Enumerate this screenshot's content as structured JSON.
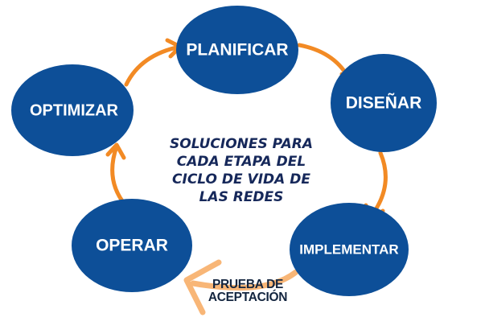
{
  "nodes": {
    "planificar": "PLANIFICAR",
    "disenar": "DISEÑAR",
    "implementar": "IMPLEMENTAR",
    "operar": "OPERAR",
    "optimizar": "OPTIMIZAR"
  },
  "center_title": [
    "SOLUCIONES PARA",
    "CADA ETAPA DEL",
    "CICLO DE VIDA DE",
    "LAS REDES"
  ],
  "transition_label": [
    "PRUEBA DE",
    "ACEPTACIÓN"
  ],
  "colors": {
    "node": "#0d4f98",
    "arrow": "#f28a24",
    "arrow_light": "#f8b677",
    "text": "#16285a"
  }
}
